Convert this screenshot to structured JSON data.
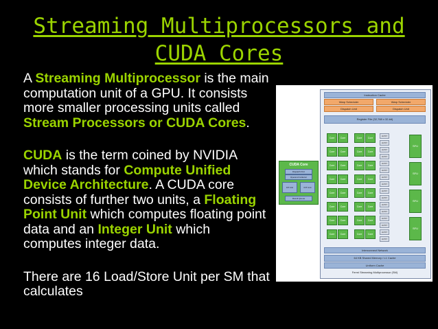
{
  "slide": {
    "title_line1": "Streaming Multiprocessors and",
    "title_line2": "CUDA Cores"
  },
  "paragraph1": {
    "t1": "A ",
    "h1": "Streaming Multiprocessor",
    "t2": " is the main computation unit of a GPU. It consists more smaller processing units called ",
    "h2": "Stream Processors or CUDA Cores",
    "t3": "."
  },
  "paragraph2": {
    "h1": "CUDA",
    "t1": " is the term coined by NVIDIA which stands for ",
    "h2": "Compute Unified Device Architecture",
    "t2": ". A CUDA core consists of further two units, a ",
    "h3": "Floating Point Unit",
    "t3": " which computes floating point data and an ",
    "h4": "Integer Unit",
    "t4": " which computes integer data."
  },
  "paragraph3": {
    "t1": "There are 16 Load/Store Unit per SM that calculates"
  },
  "diagram": {
    "instruction_cache": "Instruction Cache",
    "warp_scheduler": "Warp Scheduler",
    "dispatch_unit": "Dispatch Unit",
    "register_file": "Register File (32,768 x 32-bit)",
    "core_label": "Core",
    "ldst_label": "LD/ST",
    "sfu_label": "SFU",
    "cuda_core_title": "CUDA Core",
    "dispatch_port": "Dispatch Port",
    "operand_collector": "Operand Collector",
    "fp_unit": "FP Unit",
    "int_unit": "INT Unit",
    "result_queue": "Result Queue",
    "interconnect": "Interconnect Network",
    "shared_memory": "64 KB Shared Memory / L1 Cache",
    "uniform_cache": "Uniform Cache",
    "caption": "Fermi Streaming Multiprocessor (SM)"
  }
}
